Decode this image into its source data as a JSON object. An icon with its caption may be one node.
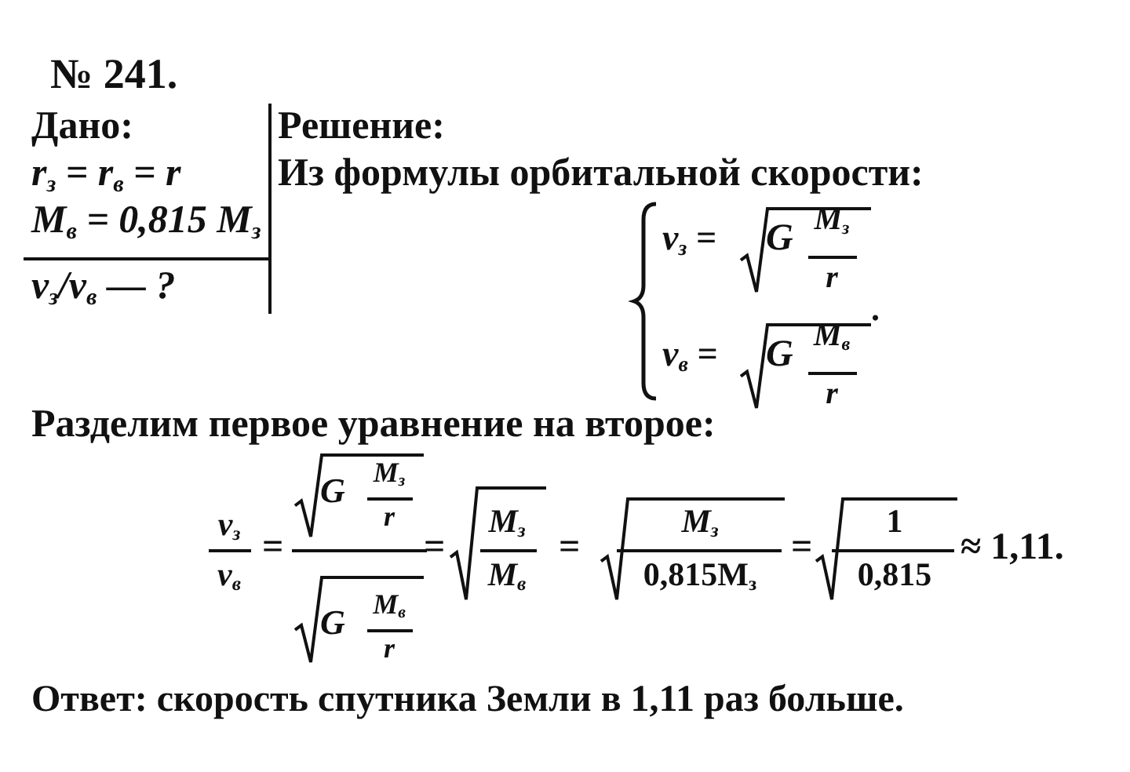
{
  "diagram": {
    "labels": [
      "№ 241.",
      "Дано:",
      "r$_{з}$ = r$_{в}$ = r",
      "M$_{в}$ = 0,815 M$_{з}$",
      "v$_{з}$/v$_{в}$ — ?",
      "Решение:",
      "Из формулы орбитальной скорости:",
      "v$_{з}$ =",
      "G",
      "M$_{з}$",
      "r",
      ".",
      "v$_{в}$ =",
      "G",
      "M$_{в}$",
      "r",
      "Разделим первое уравнение на второе:",
      "v$_{з}$",
      "v$_{в}$",
      "=",
      "G",
      "M$_{з}$",
      "r",
      "G",
      "M$_{в}$",
      "r",
      "=",
      "M$_{з}$",
      "M$_{в}$",
      "=",
      "M$_{з}$",
      "0,815M$_{з}$",
      "=",
      "1",
      "0,815",
      "≈ 1,11.",
      "Ответ: скорость спутника Земли в 1,11 раз больше."
    ]
  }
}
